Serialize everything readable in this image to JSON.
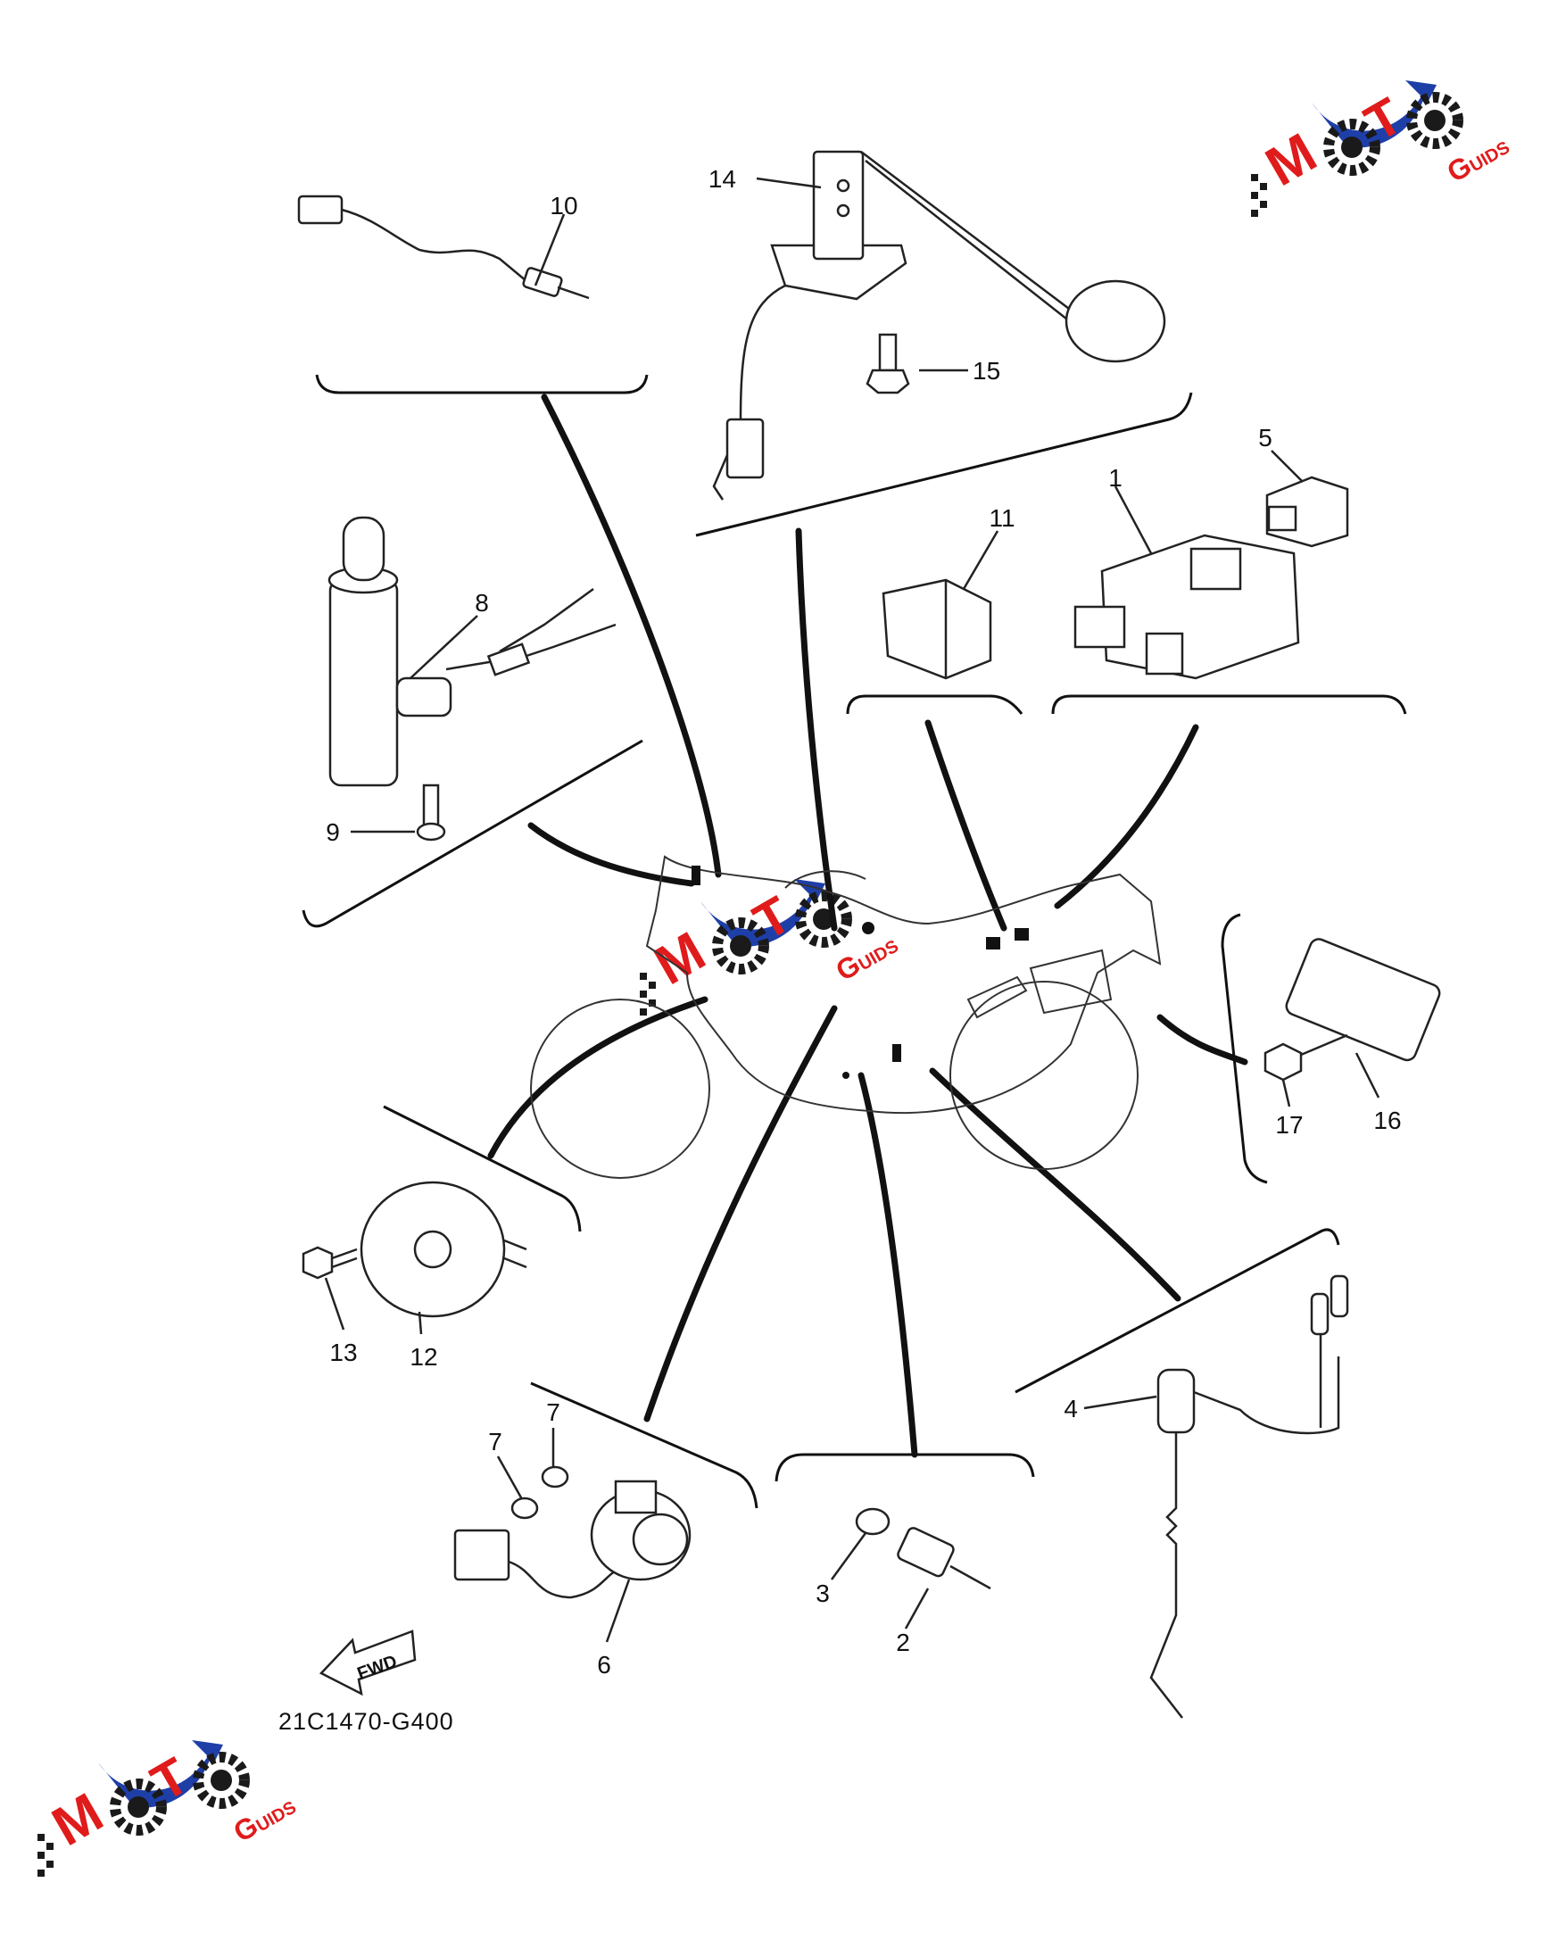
{
  "diagram": {
    "code": "21C1470-G400",
    "fwd_label": "FWD",
    "parts": {
      "p1": "1",
      "p2": "2",
      "p3": "3",
      "p4": "4",
      "p5": "5",
      "p6": "6",
      "p7a": "7",
      "p7b": "7",
      "p8": "8",
      "p9": "9",
      "p10": "10",
      "p11": "11",
      "p12": "12",
      "p13": "13",
      "p14": "14",
      "p15": "15",
      "p16": "16",
      "p17": "17"
    }
  },
  "watermark": {
    "letters": [
      "M",
      "O",
      "T",
      "O"
    ],
    "suffix": "UIDS",
    "suffix_initial": "G",
    "colors": {
      "swoosh": "#1f3fa8",
      "red": "#e01b1b",
      "dark": "#1a1a1a"
    }
  },
  "icons": [
    "moto-guids-logo",
    "fwd-arrow-icon",
    "motorcycle-silhouette"
  ]
}
